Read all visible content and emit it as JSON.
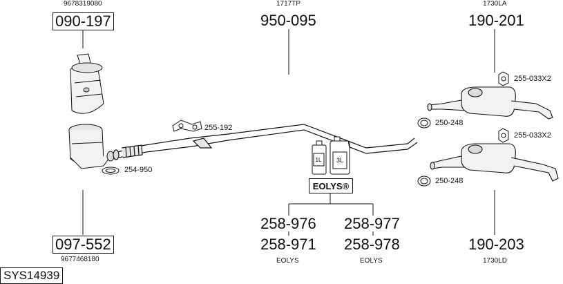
{
  "parts": {
    "top_left_ref": "9678319080",
    "top_left_code": "090-197",
    "bottom_left_ref": "9677468180",
    "bottom_left_code": "097-552",
    "clamp_left_code": "254-950",
    "mid_ref": "1717TP",
    "mid_code": "950-095",
    "clamp_mid_code": "255-192",
    "right_top_ref": "1730LA",
    "right_top_code": "190-201",
    "rubber_top_code": "255-033X2",
    "clamp_right_top_code": "250-248",
    "rubber_bottom_code": "255-033X2",
    "clamp_right_bottom_code": "250-248",
    "right_bottom_ref": "1730LD",
    "right_bottom_code": "190-203",
    "eolys_label": "EOLYS®",
    "bottle_small_label": "1L",
    "bottle_large_label": "3L",
    "eolys_a1": "258-976",
    "eolys_a2": "258-971",
    "eolys_a_note": "EOLYS",
    "eolys_b1": "258-977",
    "eolys_b2": "258-978",
    "eolys_b_note": "EOLYS"
  },
  "system_code": "SYS14939"
}
